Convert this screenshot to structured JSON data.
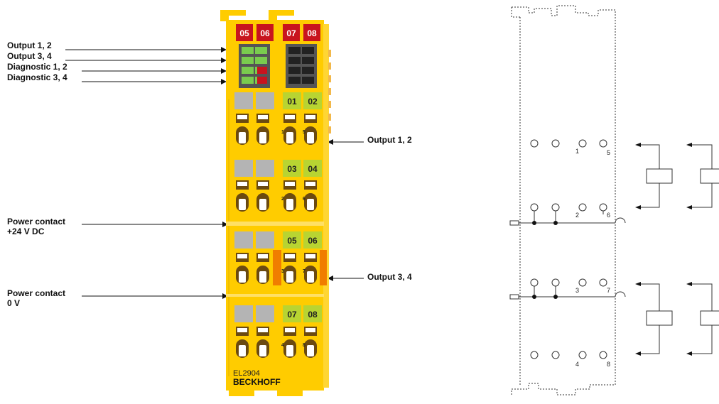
{
  "left_labels": {
    "output_1_2": "Output 1, 2",
    "output_3_4": "Output 3, 4",
    "diagnostic_1_2": "Diagnostic 1, 2",
    "diagnostic_3_4": "Diagnostic 3, 4",
    "power_contact_24v_line1": "Power contact",
    "power_contact_24v_line2": "+24 V DC",
    "power_contact_0v_line1": "Power contact",
    "power_contact_0v_line2": "0 V"
  },
  "right_labels": {
    "output_1_2": "Output 1, 2",
    "output_3_4": "Output 3, 4"
  },
  "terminal": {
    "header_numbers": [
      "05",
      "06",
      "07",
      "08"
    ],
    "block_numbers": [
      [
        "01",
        "02"
      ],
      [
        "03",
        "04"
      ],
      [
        "05",
        "06"
      ],
      [
        "07",
        "08"
      ]
    ],
    "contact_numbers": [
      "1",
      "5",
      "2",
      "6",
      "3",
      "7",
      "4",
      "8"
    ],
    "model": "EL2904",
    "brand": "BECKHOFF"
  },
  "schematic": {
    "pin_numbers": [
      "1",
      "5",
      "2",
      "6",
      "3",
      "7",
      "4",
      "8"
    ]
  },
  "colors": {
    "housing_yellow": "#FFCC00",
    "led_red": "#C8141E",
    "led_green": "#7ACB4E",
    "label_green": "#B8D432",
    "grey_window": "#B4B4B4",
    "orange_contact": "#F07D00",
    "brown_contact": "#6B4A10"
  }
}
